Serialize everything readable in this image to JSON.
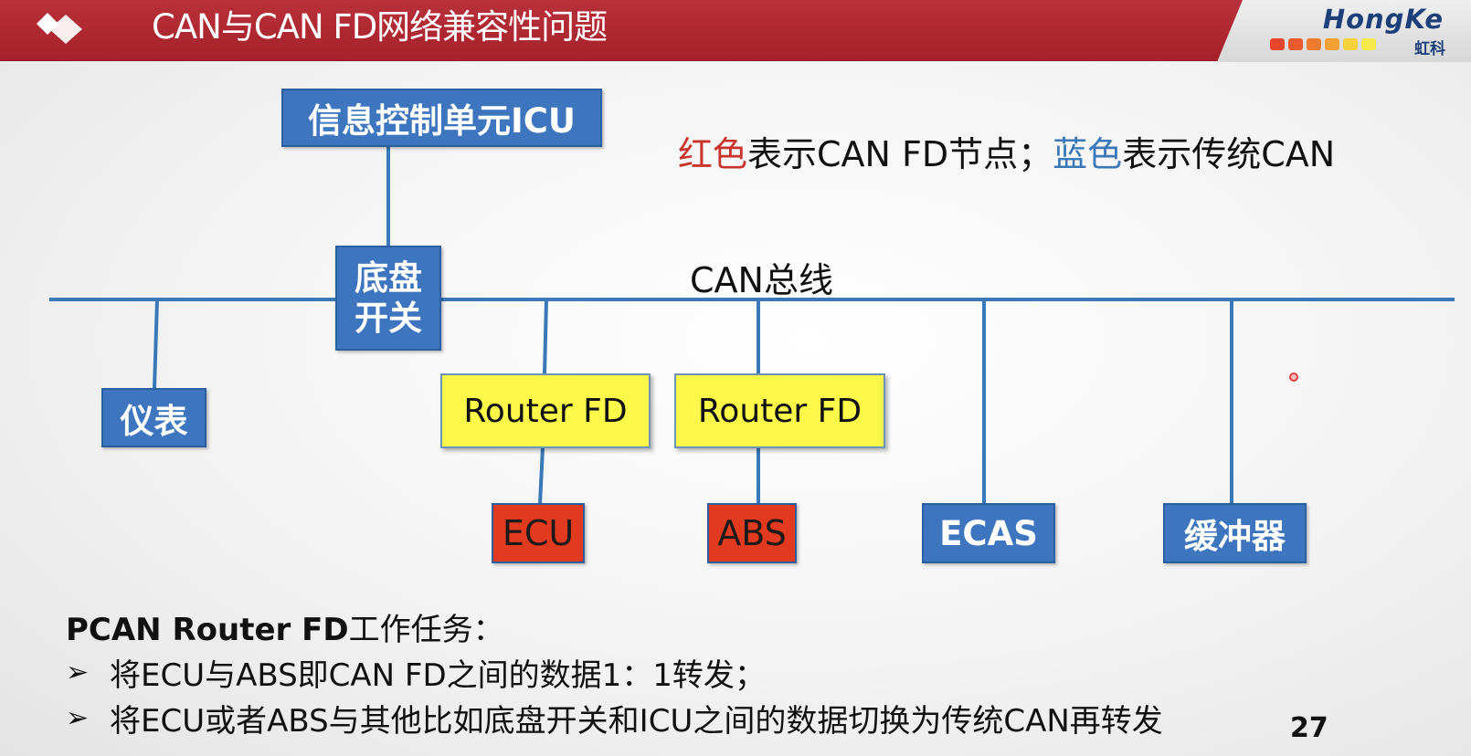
{
  "header": {
    "title": "CAN与CAN FD网络兼容性问题",
    "brand": "HongKe",
    "brand_sub": "虹科",
    "brand_dot_colors": [
      "#e8452c",
      "#ea5a2c",
      "#ee7a2e",
      "#f2a233",
      "#f6d23a",
      "#f4e94a"
    ]
  },
  "legend": {
    "red_word": "红色",
    "red_text": "表示CAN FD节点；",
    "blue_word": "蓝色",
    "blue_text": "表示传统CAN"
  },
  "bus_label": "CAN总线",
  "nodes": {
    "icu": "信息控制单元ICU",
    "chassis_line1": "底盘",
    "chassis_line2": "开关",
    "instrument": "仪表",
    "router1": "Router FD",
    "router2": "Router FD",
    "ecu": "ECU",
    "abs": "ABS",
    "ecas": "ECAS",
    "buffer": "缓冲器"
  },
  "colors": {
    "can_fd_node": "#e23a1e",
    "classic_can_node": "#3d76be",
    "router": "#fbf84a",
    "bus_line": "#3a78b8"
  },
  "notes": {
    "title_bold": "PCAN Router FD",
    "title_rest": "工作任务：",
    "items": [
      "将ECU与ABS即CAN FD之间的数据1：1转发；",
      "将ECU或者ABS与其他比如底盘开关和ICU之间的数据切换为传统CAN再转发"
    ]
  },
  "page_number": "27"
}
